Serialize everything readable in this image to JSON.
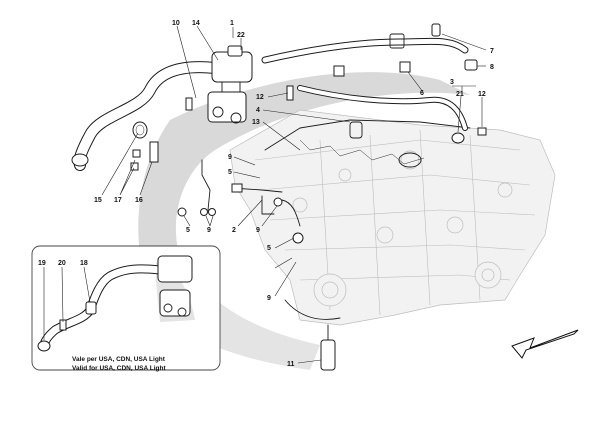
{
  "diagram": {
    "callouts": {
      "c1": "1",
      "c22": "22",
      "c10": "10",
      "c14": "14",
      "c12a": "12",
      "c4": "4",
      "c13": "13",
      "c9a": "9",
      "c5a": "5",
      "c15": "15",
      "c17": "17",
      "c16": "16",
      "c5b": "5",
      "c9b": "9",
      "c2": "2",
      "c9c": "9",
      "c7": "7",
      "c8": "8",
      "c6": "6",
      "c3": "3",
      "c21": "21",
      "c12b": "12",
      "c5c": "5",
      "c9d": "9",
      "c11": "11",
      "c19": "19",
      "c20": "20",
      "c18": "18"
    },
    "inset": {
      "note_line1": "Vale per USA, CDN, USA Light",
      "note_line2": "Valid for USA, CDN, USA Light"
    },
    "direction_arrow_icon": "arrow-down-left-icon"
  }
}
